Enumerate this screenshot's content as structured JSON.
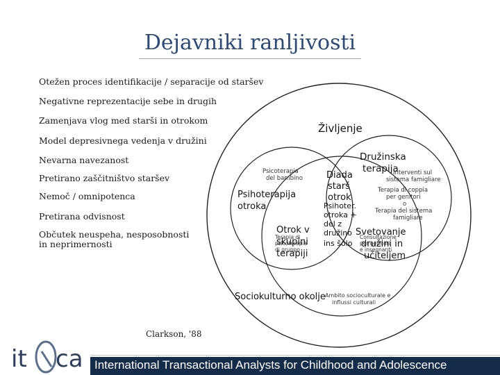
{
  "title": "Dejavniki ranljivosti",
  "factors": [
    "Otežen proces identifikacije / separacije od staršev",
    "Negativne reprezentacije sebe in drugih",
    "Zamenjava vlog med starši in otrokom",
    "Model depresivnega vedenja v družini",
    "Nevarna navezanost",
    "Pretirano zaščitništvo staršev",
    "Nemoč / omnipotenca",
    "Pretirana odvisnost",
    "Občutek neuspeha, nesposobnosti",
    "in neprimernosti"
  ],
  "citation": "Clarkson, '88",
  "diagram": {
    "outer_label": "Življenje",
    "left_label": [
      "Psihoterapija",
      "otroka"
    ],
    "right_label": [
      "Družinska",
      "terapija"
    ],
    "bottom_label": "Sociokulturno okolje",
    "center_labels": {
      "dyad": [
        "Diada",
        "starš",
        "otrok"
      ],
      "group": [
        "Otrok v",
        "skupini",
        "terapiji"
      ],
      "psy": [
        "Psihoter.",
        "otroka +",
        "del z",
        "družino"
      ],
      "counsel": [
        "Svetovanje",
        "družini in",
        "učiteljem"
      ],
      "school": "ins šolo"
    },
    "italian_labels": {
      "left": [
        "Psicoterapia",
        "del bambino"
      ],
      "right": [
        "Interventi sul",
        "sistema famigliare"
      ],
      "right2": [
        "Terapia di coppia",
        "per genitori",
        "o",
        "Terapia del sistema",
        "famigliare"
      ],
      "bottom": [
        "Ambito socioculturale e",
        "influssi culturali"
      ],
      "lower_left": [
        "Terapia di",
        "psicoterapia",
        "di gruppo"
      ],
      "lower_right": [
        "Consultazione",
        "per genitori",
        "e insegnanti"
      ]
    }
  },
  "logo": {
    "left": "it",
    "right": "ca",
    "accent": "#5a6f8f",
    "dark": "#2c3e5c"
  },
  "footer": {
    "text": "International Transactional Analysts for Childhood and Adolescence",
    "background": "#152b4a"
  }
}
